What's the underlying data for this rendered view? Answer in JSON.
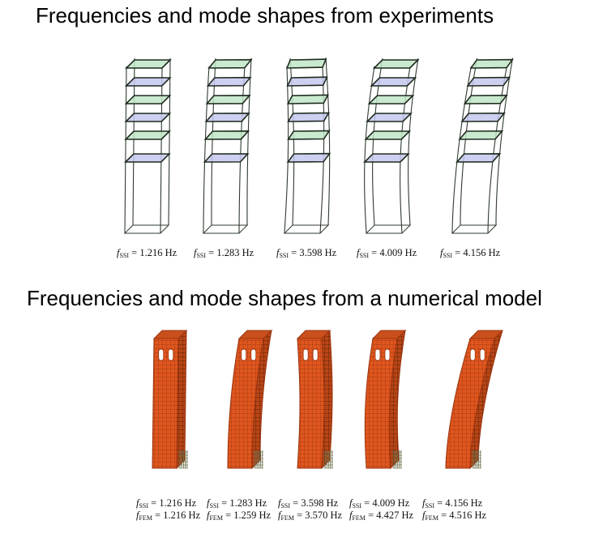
{
  "experiment_section": {
    "title": "Frequencies and mode shapes from experiments",
    "labels": [
      {
        "sym": "f",
        "sub": "SSI",
        "rest": " = 1.216 Hz"
      },
      {
        "sym": "f",
        "sub": "SSI",
        "rest": " = 1.283 Hz"
      },
      {
        "sym": "f",
        "sub": "SSI",
        "rest": " = 3.598 Hz"
      },
      {
        "sym": "f",
        "sub": "SSI",
        "rest": " = 4.009 Hz"
      },
      {
        "sym": "f",
        "sub": "SSI",
        "rest": " = 4.156 Hz"
      }
    ]
  },
  "numerical_section": {
    "title": "Frequencies and mode shapes from a numerical model",
    "labels_ssi": [
      {
        "sym": "f",
        "sub": "SSI",
        "rest": " = 1.216 Hz"
      },
      {
        "sym": "f",
        "sub": "SSI",
        "rest": " = 1.283 Hz"
      },
      {
        "sym": "f",
        "sub": "SSI",
        "rest": " = 3.598 Hz"
      },
      {
        "sym": "f",
        "sub": "SSI",
        "rest": " = 4.009 Hz"
      },
      {
        "sym": "f",
        "sub": "SSI",
        "rest": " = 4.156 Hz"
      }
    ],
    "labels_fem": [
      {
        "sym": "f",
        "sub": "FEM",
        "rest": " = 1.216 Hz"
      },
      {
        "sym": "f",
        "sub": "FEM",
        "rest": " = 1.259 Hz"
      },
      {
        "sym": "f",
        "sub": "FEM",
        "rest": " = 3.570 Hz"
      },
      {
        "sym": "f",
        "sub": "FEM",
        "rest": " = 4.427 Hz"
      },
      {
        "sym": "f",
        "sub": "FEM",
        "rest": " = 4.516 Hz"
      }
    ]
  },
  "colors": {
    "wire": "#2f3b2f",
    "plate_green": "#bfe6c6",
    "plate_blue": "#c5c8ee",
    "tower_orange": "#e0561e",
    "tower_dark": "#9a3410",
    "mesh": "#5a1e06"
  }
}
